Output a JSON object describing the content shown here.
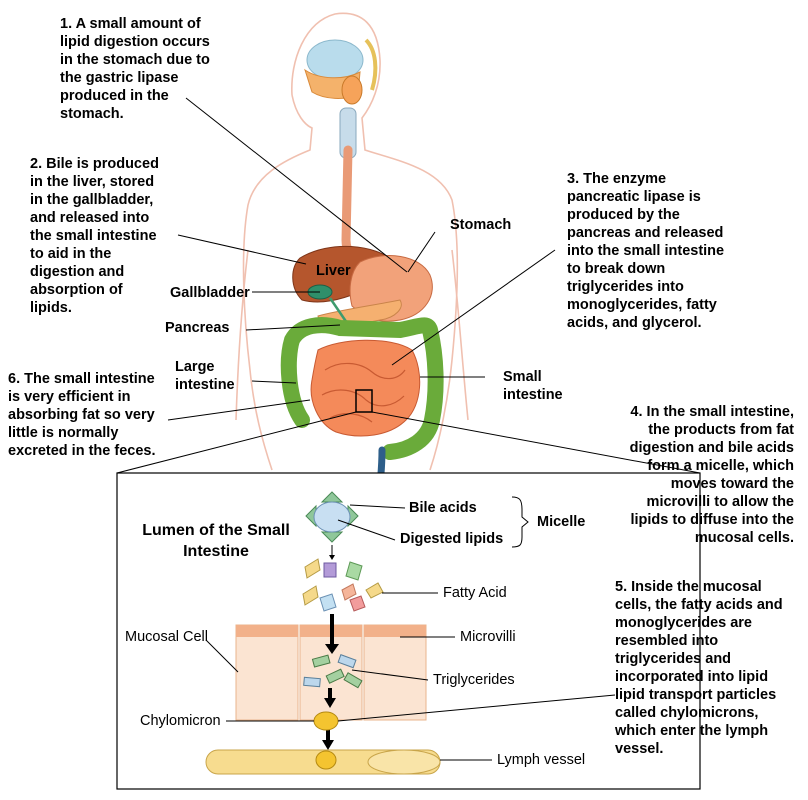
{
  "notes": {
    "n1": [
      "1. A small amount of",
      "lipid digestion occurs",
      "in the stomach due to",
      "the gastric lipase",
      "produced in the",
      "stomach."
    ],
    "n2": [
      "2. Bile is produced",
      "in the liver, stored",
      "in the gallbladder,",
      "and released into",
      "the small intestine",
      "to aid in the",
      "digestion and",
      "absorption of",
      "lipids."
    ],
    "n3": [
      "3. The enzyme",
      "pancreatic lipase is",
      "produced by the",
      "pancreas and released",
      "into the small intestine",
      "to break down",
      "triglycerides into",
      "monoglycerides, fatty",
      "acids, and glycerol."
    ],
    "n4": [
      "4. In the small intestine,",
      "the products from fat",
      "digestion and bile acids",
      "form a micelle, which",
      "moves toward the",
      "microvilli to allow the",
      "lipids to diffuse into the",
      "mucosal cells."
    ],
    "n5": [
      "5. Inside the mucosal",
      "cells, the fatty acids and",
      "monoglycerides are",
      "resembled into",
      "triglycerides and",
      "incorporated into lipid",
      "lipid transport particles",
      "called chylomicrons,",
      "which enter the lymph",
      "vessel."
    ],
    "n6": [
      "6. The small intestine",
      "is very efficient in",
      "absorbing fat so very",
      "little is normally",
      "excreted in the feces."
    ]
  },
  "organs": {
    "stomach": "Stomach",
    "liver": "Liver",
    "gallbladder": "Gallbladder",
    "pancreas": "Pancreas",
    "large_intestine": [
      "Large",
      "intestine"
    ],
    "small_intestine": [
      "Small",
      "intestine"
    ]
  },
  "inset": {
    "lumen_title": [
      "Lumen of the Small",
      "Intestine"
    ],
    "bile_acids": "Bile acids",
    "digested_lipids": "Digested lipids",
    "micelle": "Micelle",
    "fatty_acid": "Fatty Acid",
    "mucosal_cell": "Mucosal Cell",
    "microvilli": "Microvilli",
    "triglycerides": "Triglycerides",
    "chylomicron": "Chylomicron",
    "lymph_vessel": "Lymph vessel"
  }
}
